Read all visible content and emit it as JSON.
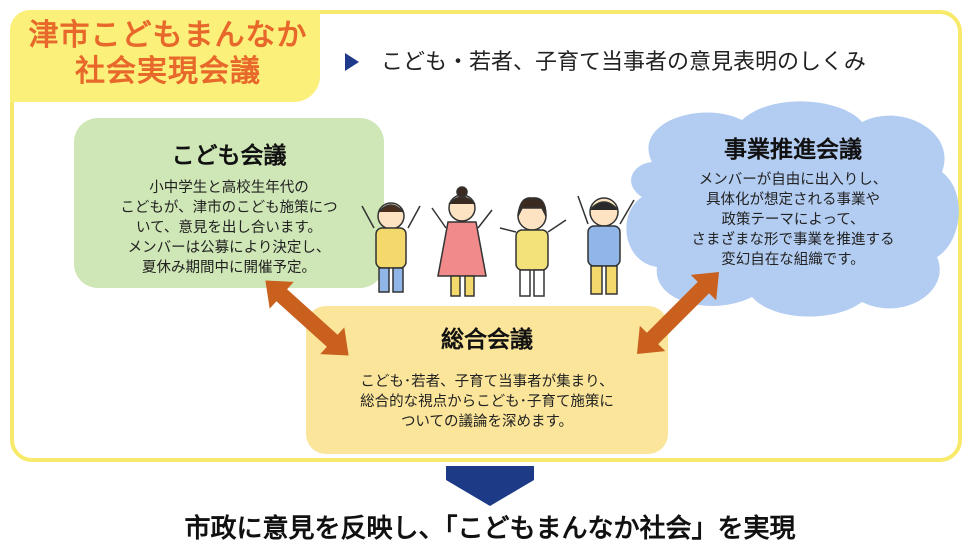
{
  "header": {
    "title_line1": "津市こどもまんなか",
    "title_line2": "社会実現会議",
    "subtitle": "こども・若者、子育て当事者の意見表明のしくみ"
  },
  "kodomo_kaigi": {
    "heading": "こども会議",
    "text": "小中学生と高校生年代の\nこどもが、津市のこども施策につ\nいて、意見を出し合います。\nメンバーは公募により決定し、\n夏休み期間中に開催予定。"
  },
  "jigyo_suishin_kaigi": {
    "heading": "事業推進会議",
    "text": "メンバーが自由に出入りし、\n具体化が想定される事業や\n政策テーマによって、\nさまざまな形で事業を推進する\n変幻自在な組織です。"
  },
  "sogo_kaigi": {
    "heading": "総合会議",
    "text": "こども･若者、子育て当事者が集まり、\n総合的な視点からこども･子育て施策に\nついての議論を深めます。"
  },
  "conclusion": "市政に意見を反映し、「こどもまんなか社会」を実現",
  "colors": {
    "frame": "#f7e96a",
    "title": "#e7682a",
    "kodomo_box": "#cfe6b6",
    "jigyo_cloud": "#b3cdf2",
    "sogo_box": "#fbe59a",
    "double_arrow": "#c9601e",
    "down_arrow": "#1c3a86"
  },
  "icons": [
    "play-triangle-icon",
    "double-arrow-icon",
    "down-arrow-icon",
    "children-illustration"
  ]
}
